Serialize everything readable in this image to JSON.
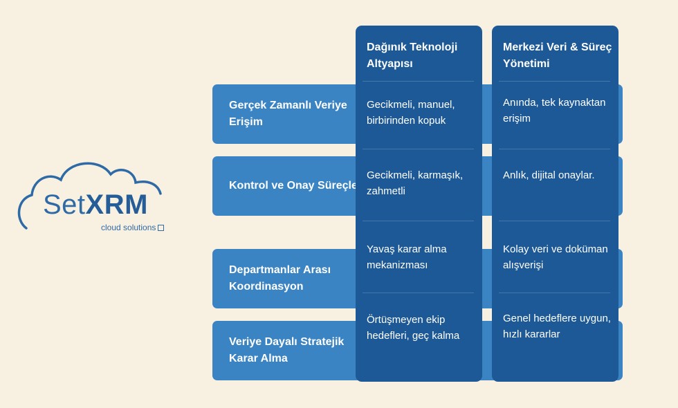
{
  "logo": {
    "word_plain": "Set",
    "word_bold": "XRM",
    "tagline": "cloud solutions"
  },
  "columns": [
    {
      "header": "Dağınık Teknoloji Altyapısı",
      "cells": [
        "Gecikmeli, manuel, birbirinden kopuk",
        "Gecikmeli, karmaşık, zahmetli",
        "Yavaş karar alma mekanizması",
        "Örtüşmeyen ekip hedefleri, geç kalma"
      ]
    },
    {
      "header": "Merkezi Veri & Süreç Yönetimi",
      "cells": [
        "Anında, tek kaynaktan erişim",
        "Anlık, dijital onaylar.",
        "Kolay veri ve doküman alışverişi",
        "Genel hedeflere uygun, hızlı kararlar"
      ]
    }
  ],
  "rows": [
    "Gerçek Zamanlı Veriye Erişim",
    "Kontrol ve Onay Süreçleri",
    "Departmanlar Arası Koordinasyon",
    "Veriye Dayalı Stratejik Karar Alma"
  ],
  "colors": {
    "background": "#f8f0e1",
    "row_band": "#3b84c4",
    "column_panel": "#1d5996",
    "logo": "#2e6aa5"
  }
}
